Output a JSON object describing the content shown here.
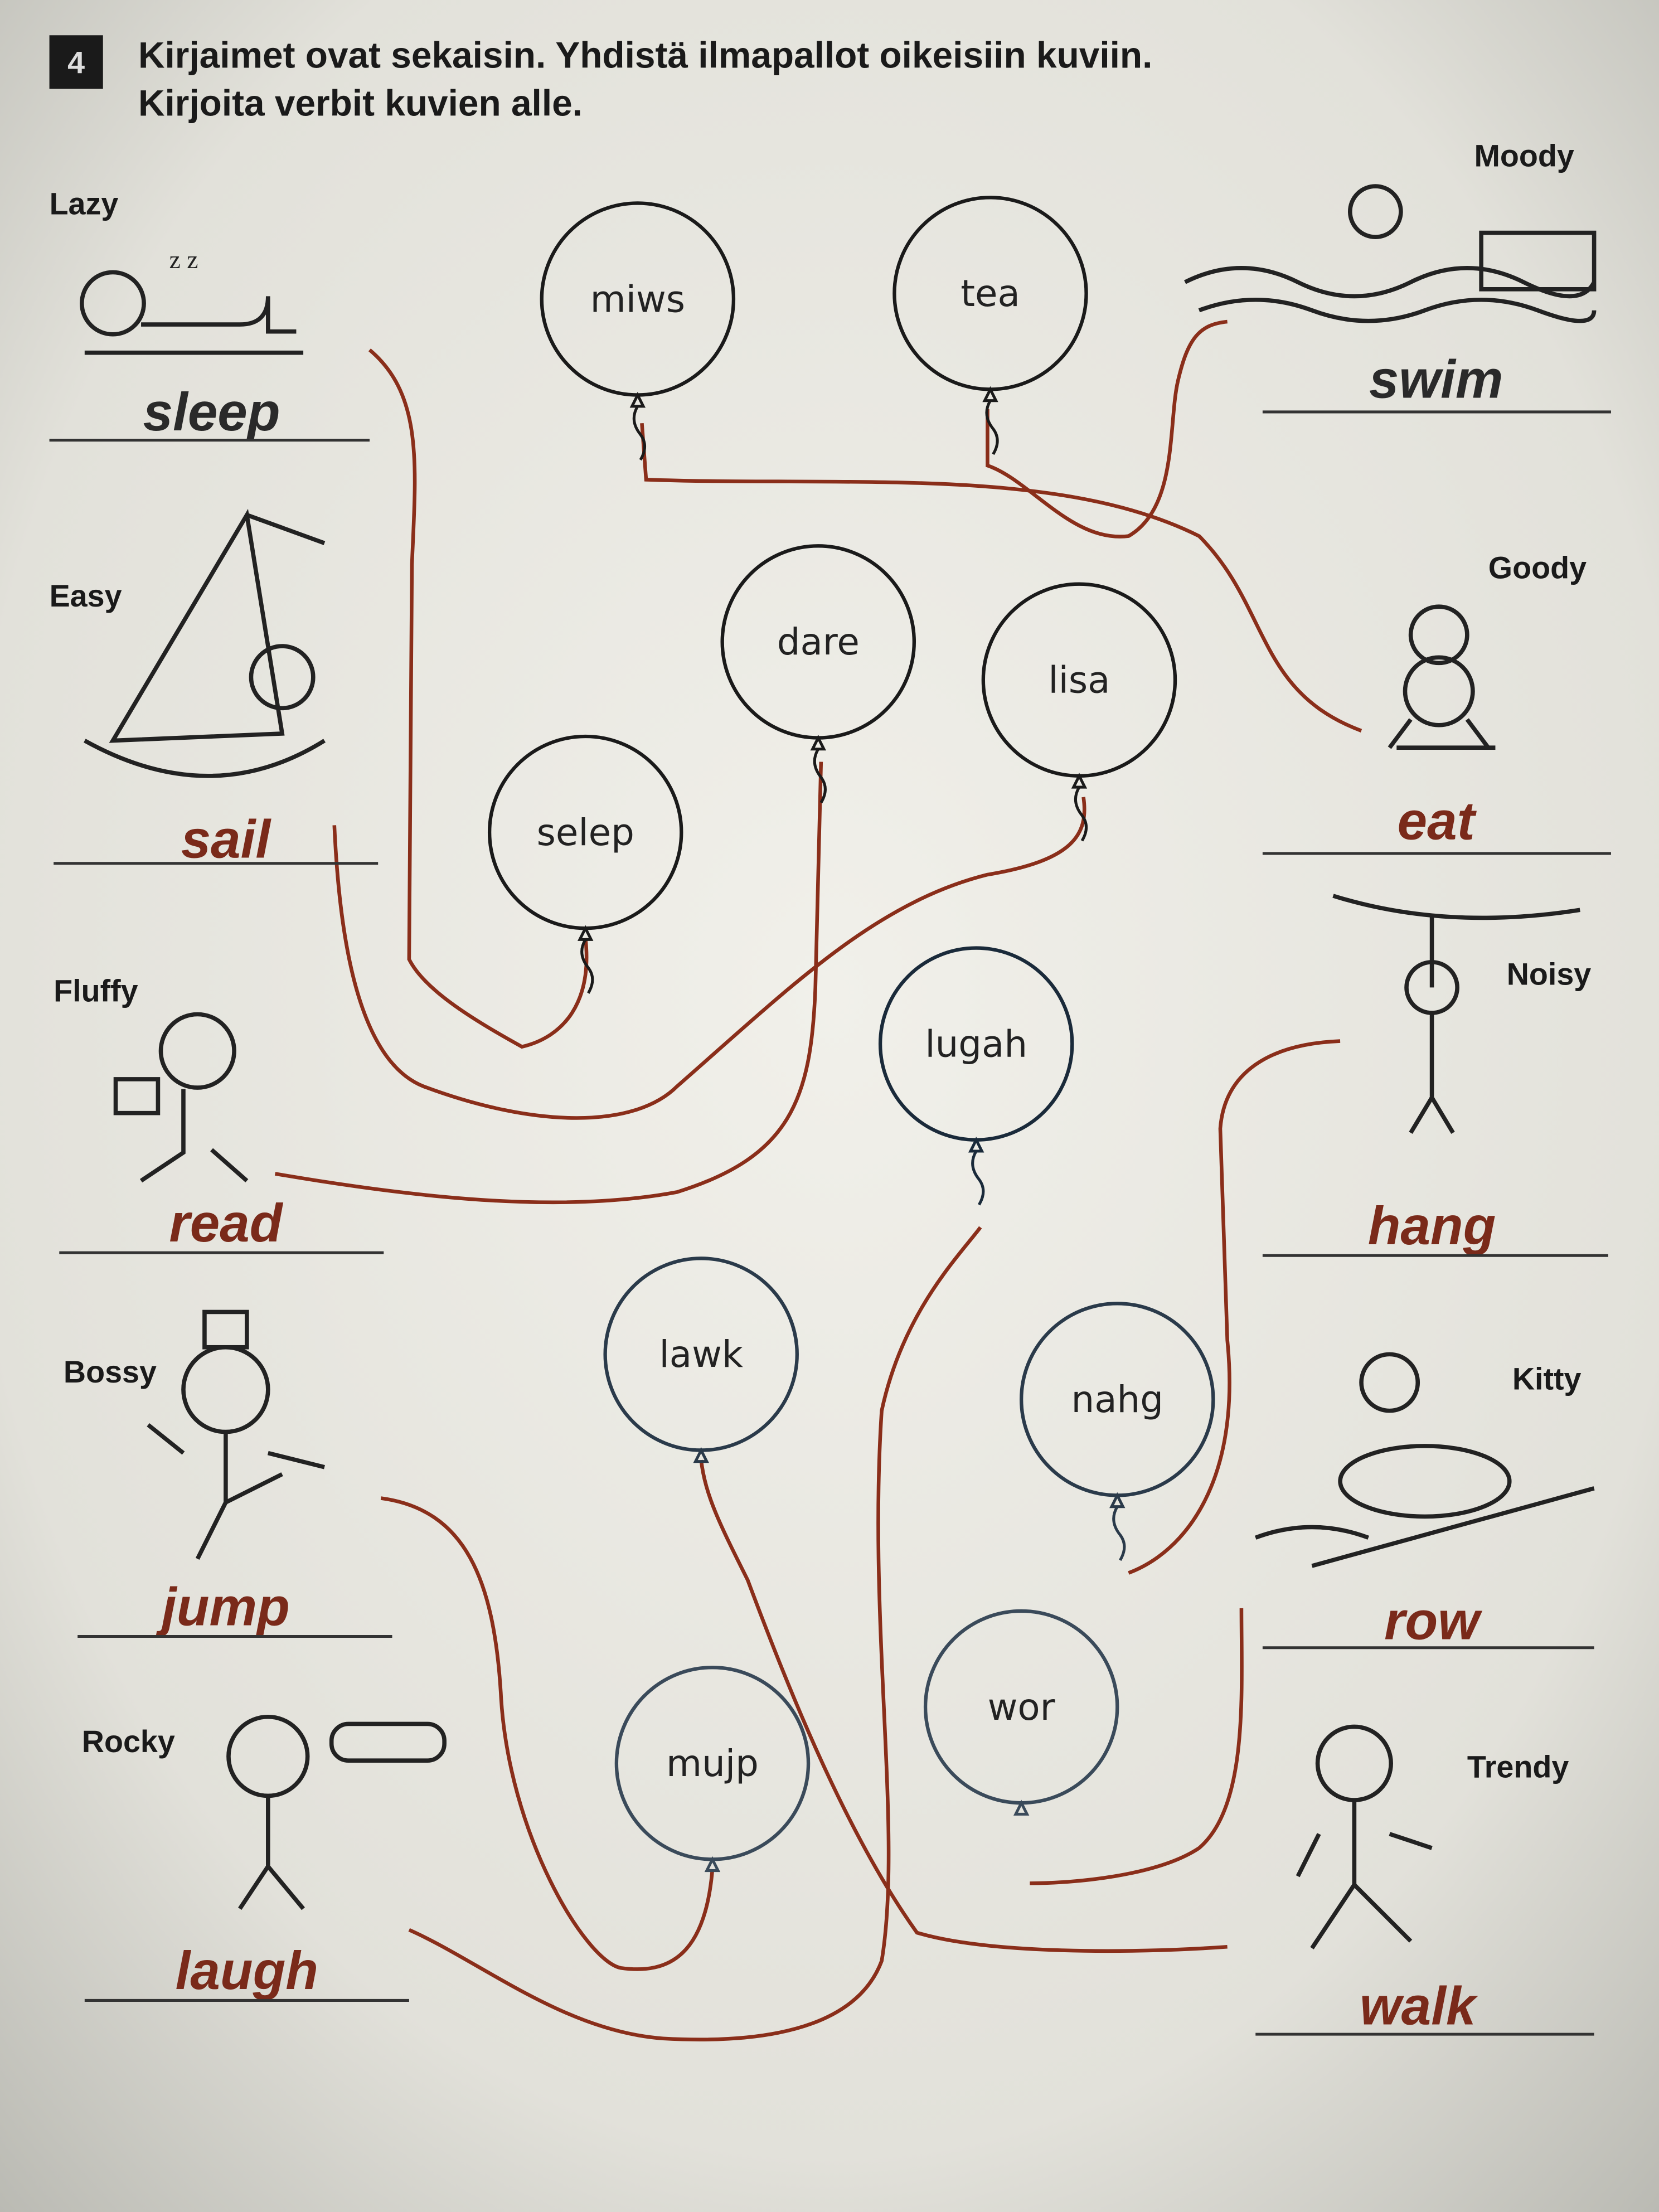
{
  "exercise": {
    "number": "4",
    "instruction_line1": "Kirjaimet ovat sekaisin. Yhdistä ilmapallot oikeisiin kuviin.",
    "instruction_line2": "Kirjoita verbit kuvien alle."
  },
  "balloons": [
    "miws",
    "tea",
    "dare",
    "lisa",
    "selep",
    "lugah",
    "lawk",
    "nahg",
    "mujp",
    "wor"
  ],
  "characters": [
    {
      "name": "Lazy",
      "answer": "sleep"
    },
    {
      "name": "Moody",
      "answer": "swim"
    },
    {
      "name": "Easy",
      "answer": "sail"
    },
    {
      "name": "Goody",
      "answer": "eat"
    },
    {
      "name": "Fluffy",
      "answer": "read"
    },
    {
      "name": "Noisy",
      "answer": "hang"
    },
    {
      "name": "Bossy",
      "answer": "jump"
    },
    {
      "name": "Kitty",
      "answer": "row"
    },
    {
      "name": "Rocky",
      "answer": "laugh"
    },
    {
      "name": "Trendy",
      "answer": "walk"
    }
  ],
  "colors": {
    "pen": "#8a2e1a",
    "ink": "#222222",
    "paper": "#dcdcd6"
  }
}
